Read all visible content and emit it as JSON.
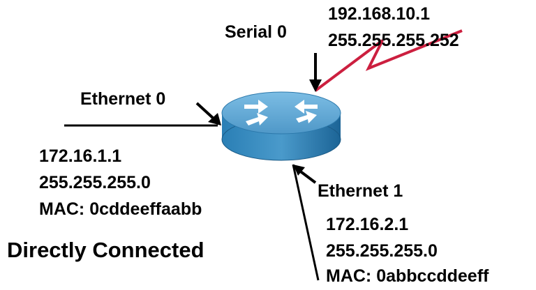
{
  "serial": {
    "label": "Serial 0",
    "ip": "192.168.10.1",
    "mask": "255.255.255.252"
  },
  "ethernet0": {
    "label": "Ethernet 0",
    "ip": "172.16.1.1",
    "mask": "255.255.255.0",
    "mac": "MAC: 0cddeeffaabb"
  },
  "ethernet1": {
    "label": "Ethernet 1",
    "ip": "172.16.2.1",
    "mask": "255.255.255.0",
    "mac": "MAC: 0abbccddeeff"
  },
  "caption": "Directly Connected",
  "colors": {
    "serial_link": "#cc1f3f",
    "router_top": "#5fa6d4",
    "router_side": "#1f6c9c"
  },
  "icons": {
    "router": "router-icon"
  }
}
